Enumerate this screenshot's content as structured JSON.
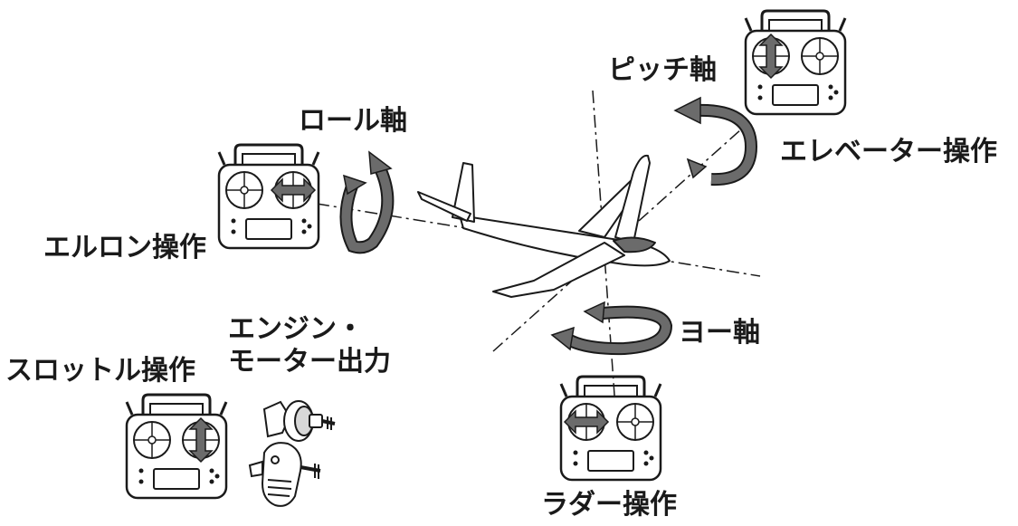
{
  "labels": {
    "roll_axis": "ロール軸",
    "pitch_axis": "ピッチ軸",
    "yaw_axis": "ヨー軸",
    "aileron_op": "エルロン操作",
    "elevator_op": "エレベーター操作",
    "rudder_op": "ラダー操作",
    "throttle_op": "スロットル操作",
    "engine_line1": "エンジン・",
    "engine_line2": "モーター出力"
  },
  "icons": {
    "transmitter": "rc-transmitter-icon",
    "motor": "electric-motor-icon",
    "engine": "glow-engine-icon",
    "airplane": "glider-airplane-icon",
    "rotation": "rotation-arrow-icon"
  },
  "colors": {
    "ink": "#1a1a1a",
    "arrow_fill": "#6b6b6b",
    "background": "#ffffff"
  }
}
